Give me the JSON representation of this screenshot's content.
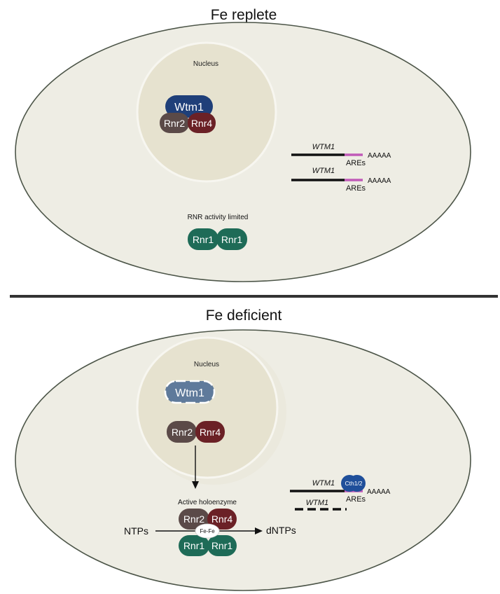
{
  "top": {
    "title": "Fe replete",
    "nucleus_label": "Nucleus",
    "wtm1": "Wtm1",
    "rnr2": "Rnr2",
    "rnr4": "Rnr4",
    "mrna1_label": "WTM1",
    "mrna1_ares": "AREs",
    "mrna1_polya": "AAAAA",
    "mrna2_label": "WTM1",
    "mrna2_ares": "AREs",
    "mrna2_polya": "AAAAA",
    "rnr_status": "RNR activity limited",
    "rnr1_a": "Rnr1",
    "rnr1_b": "Rnr1"
  },
  "bottom": {
    "title": "Fe deficient",
    "nucleus_label": "Nucleus",
    "wtm1": "Wtm1",
    "rnr2": "Rnr2",
    "rnr4": "Rnr4",
    "holoenzyme_label": "Active holoenzyme",
    "holo_rnr2": "Rnr2",
    "holo_rnr4": "Rnr4",
    "fe_cluster": "Fe-Fe",
    "holo_rnr1_a": "Rnr1",
    "holo_rnr1_b": "Rnr1",
    "substrate": "NTPs",
    "product": "dNTPs",
    "mrna_label": "WTM1",
    "cth": "Cth1/2",
    "mrna_polya": "AAAAA",
    "mrna_ares": "AREs",
    "degraded_label": "WTM1"
  },
  "colors": {
    "cell_fill": "#eeede4",
    "nucleus_fill": "#e6e2cf",
    "wtm1_dark": "#1f3f79",
    "wtm1_faded": "#5f7a9b",
    "rnr2": "#5b4a48",
    "rnr4": "#6b2126",
    "rnr1": "#1e6b57",
    "are_pink": "#c05ab8",
    "cth": "#1f4f9a"
  }
}
